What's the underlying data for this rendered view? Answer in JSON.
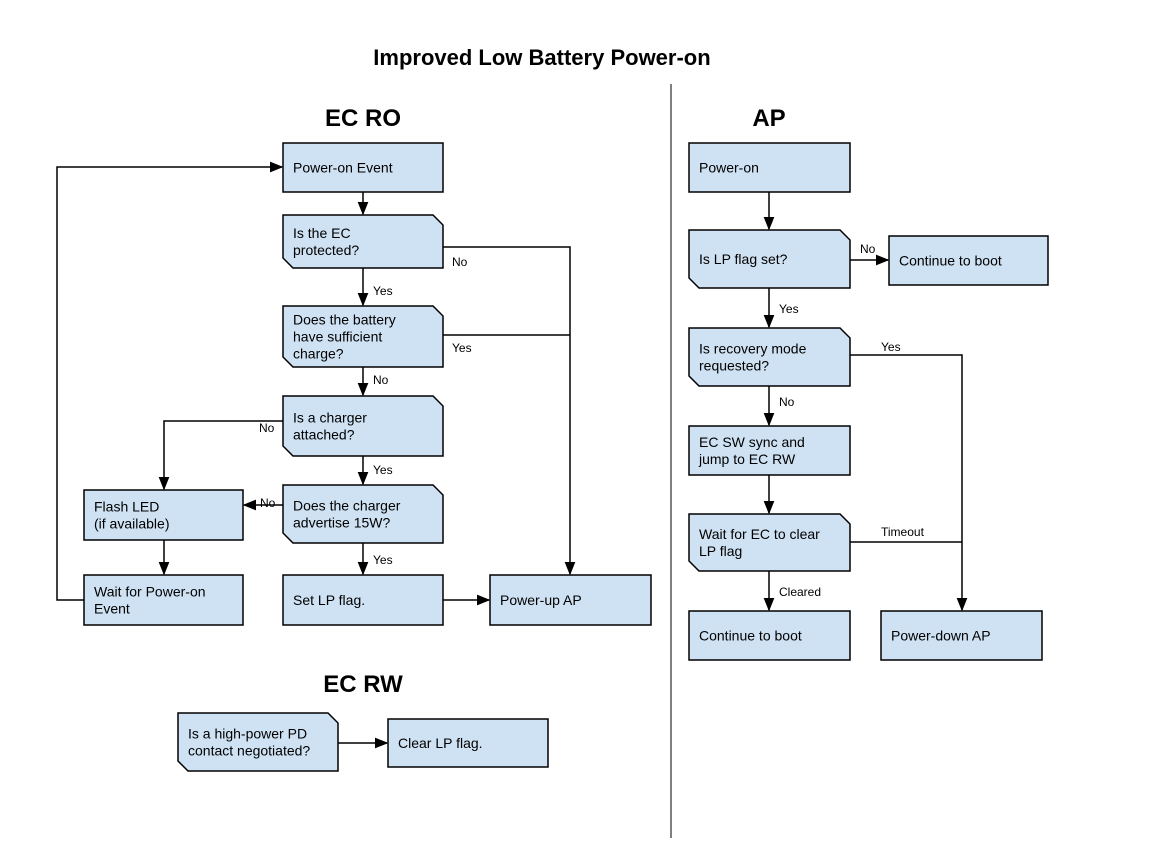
{
  "title": "Improved Low Battery Power-on",
  "colors": {
    "box_fill": "#cfe2f3",
    "stroke": "#000000"
  },
  "sections": [
    {
      "id": "ec_ro",
      "label": "EC RO"
    },
    {
      "id": "ap",
      "label": "AP"
    },
    {
      "id": "ec_rw",
      "label": "EC RW"
    }
  ],
  "nodes": [
    {
      "id": "ro_power_on",
      "shape": "process",
      "lines": [
        "Power-on Event"
      ]
    },
    {
      "id": "ro_ec_protected",
      "shape": "decision",
      "lines": [
        "Is the EC",
        "protected?"
      ]
    },
    {
      "id": "ro_battery",
      "shape": "decision",
      "lines": [
        "Does the battery",
        "have sufficient",
        "charge?"
      ]
    },
    {
      "id": "ro_charger",
      "shape": "decision",
      "lines": [
        "Is a charger",
        "attached?"
      ]
    },
    {
      "id": "ro_15w",
      "shape": "decision",
      "lines": [
        "Does the charger",
        "advertise 15W?"
      ]
    },
    {
      "id": "ro_flash",
      "shape": "process",
      "lines": [
        "Flash LED",
        "(if available)"
      ]
    },
    {
      "id": "ro_wait",
      "shape": "process",
      "lines": [
        "Wait for Power-on",
        "Event"
      ]
    },
    {
      "id": "ro_set_lp",
      "shape": "process",
      "lines": [
        "Set LP flag."
      ]
    },
    {
      "id": "ro_powerup_ap",
      "shape": "process",
      "lines": [
        "Power-up AP"
      ]
    },
    {
      "id": "ap_power_on",
      "shape": "process",
      "lines": [
        "Power-on"
      ]
    },
    {
      "id": "ap_lp_set",
      "shape": "decision",
      "lines": [
        "Is LP flag set?"
      ]
    },
    {
      "id": "ap_continue_1",
      "shape": "process",
      "lines": [
        "Continue to boot"
      ]
    },
    {
      "id": "ap_recovery",
      "shape": "decision",
      "lines": [
        "Is recovery mode",
        "requested?"
      ]
    },
    {
      "id": "ap_ecsync",
      "shape": "process",
      "lines": [
        "EC SW sync and",
        "jump to EC RW"
      ]
    },
    {
      "id": "ap_wait_ec",
      "shape": "decision",
      "lines": [
        "Wait for EC to clear",
        "LP flag"
      ]
    },
    {
      "id": "ap_continue_2",
      "shape": "process",
      "lines": [
        "Continue to boot"
      ]
    },
    {
      "id": "ap_powerdown",
      "shape": "process",
      "lines": [
        "Power-down AP"
      ]
    },
    {
      "id": "rw_pd",
      "shape": "decision",
      "lines": [
        "Is a high-power PD",
        "contact negotiated?"
      ]
    },
    {
      "id": "rw_clear",
      "shape": "process",
      "lines": [
        "Clear LP flag."
      ]
    }
  ],
  "edges": [
    {
      "id": "e_ro1",
      "from": "ro_power_on",
      "to": "ro_ec_protected",
      "label": ""
    },
    {
      "id": "e_ro2",
      "from": "ro_ec_protected",
      "to": "ro_battery",
      "label": "Yes"
    },
    {
      "id": "e_ro3",
      "from": "ro_ec_protected",
      "to": "ro_powerup_ap",
      "label": "No"
    },
    {
      "id": "e_ro4",
      "from": "ro_battery",
      "to": "ro_charger",
      "label": "No"
    },
    {
      "id": "e_ro5",
      "from": "ro_battery",
      "to": "ro_powerup_ap",
      "label": "Yes"
    },
    {
      "id": "e_ro6",
      "from": "ro_charger",
      "to": "ro_15w",
      "label": "Yes"
    },
    {
      "id": "e_ro7",
      "from": "ro_charger",
      "to": "ro_flash",
      "label": "No"
    },
    {
      "id": "e_ro8",
      "from": "ro_15w",
      "to": "ro_flash",
      "label": "No"
    },
    {
      "id": "e_ro9",
      "from": "ro_15w",
      "to": "ro_set_lp",
      "label": "Yes"
    },
    {
      "id": "e_ro10",
      "from": "ro_flash",
      "to": "ro_wait",
      "label": ""
    },
    {
      "id": "e_ro11",
      "from": "ro_wait",
      "to": "ro_power_on",
      "label": ""
    },
    {
      "id": "e_ro12",
      "from": "ro_set_lp",
      "to": "ro_powerup_ap",
      "label": ""
    },
    {
      "id": "e_ap1",
      "from": "ap_power_on",
      "to": "ap_lp_set",
      "label": ""
    },
    {
      "id": "e_ap2",
      "from": "ap_lp_set",
      "to": "ap_continue_1",
      "label": "No"
    },
    {
      "id": "e_ap3",
      "from": "ap_lp_set",
      "to": "ap_recovery",
      "label": "Yes"
    },
    {
      "id": "e_ap4",
      "from": "ap_recovery",
      "to": "ap_ecsync",
      "label": "No"
    },
    {
      "id": "e_ap5",
      "from": "ap_recovery",
      "to": "ap_powerdown",
      "label": "Yes"
    },
    {
      "id": "e_ap6",
      "from": "ap_ecsync",
      "to": "ap_wait_ec",
      "label": ""
    },
    {
      "id": "e_ap7",
      "from": "ap_wait_ec",
      "to": "ap_continue_2",
      "label": "Cleared"
    },
    {
      "id": "e_ap8",
      "from": "ap_wait_ec",
      "to": "ap_powerdown",
      "label": "Timeout"
    },
    {
      "id": "e_rw1",
      "from": "rw_pd",
      "to": "rw_clear",
      "label": ""
    }
  ]
}
